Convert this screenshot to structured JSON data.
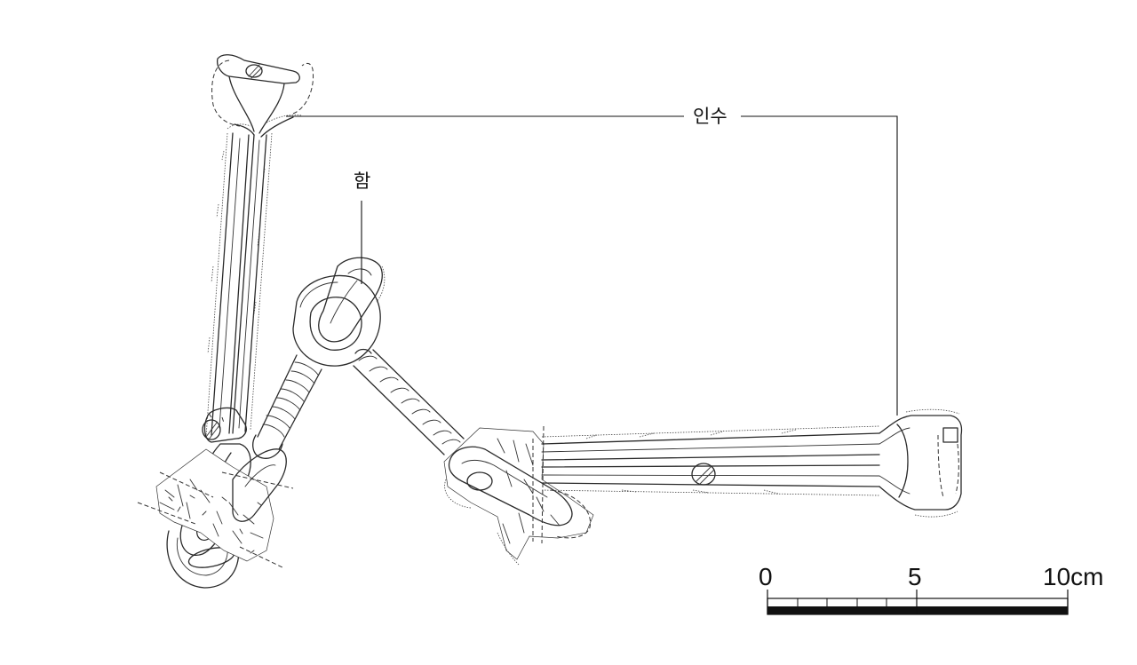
{
  "labels": {
    "insu": "인수",
    "ham": "함"
  },
  "scale_bar": {
    "ticks": [
      "0",
      "5",
      "10cm"
    ],
    "length_cm": 10
  }
}
